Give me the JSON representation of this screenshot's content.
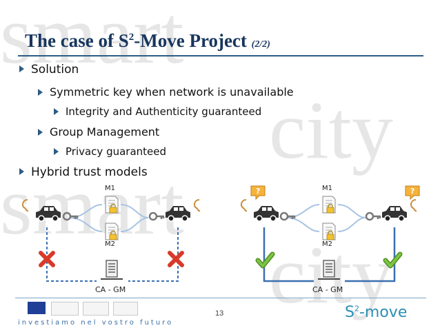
{
  "slide": {
    "title_main": "The case of S",
    "title_sup": "2",
    "title_rest": "-Move Project ",
    "title_suffix": "(2/2)",
    "page_number": "13",
    "footer_motto": "investiamo nel vostro futuro",
    "brand_s": "S",
    "brand_sup": "2",
    "brand_rest": "-move"
  },
  "bullets": [
    {
      "level": 1,
      "text": "Solution"
    },
    {
      "level": 2,
      "text": "Symmetric key when network is unavailable"
    },
    {
      "level": 3,
      "text": "Integrity and Authenticity guaranteed"
    },
    {
      "level": 2,
      "text": "Group Management"
    },
    {
      "level": 3,
      "text": "Privacy guaranteed"
    },
    {
      "level": 1,
      "text": "Hybrid trust models"
    }
  ],
  "diagram": {
    "left": {
      "m1": "M1",
      "m2": "M2",
      "ca": "CA - GM"
    },
    "right": {
      "m1": "M1",
      "m2": "M2",
      "ca": "CA - GM"
    }
  },
  "colors": {
    "title": "#17365d",
    "accent": "#2d5b86",
    "car": "#333333",
    "lock": "#f2c230",
    "fail": "#d83a2a",
    "ok": "#6bb536",
    "line": "#3b6fb0"
  },
  "bg_words": [
    "smart",
    "city",
    "smart",
    "city"
  ]
}
